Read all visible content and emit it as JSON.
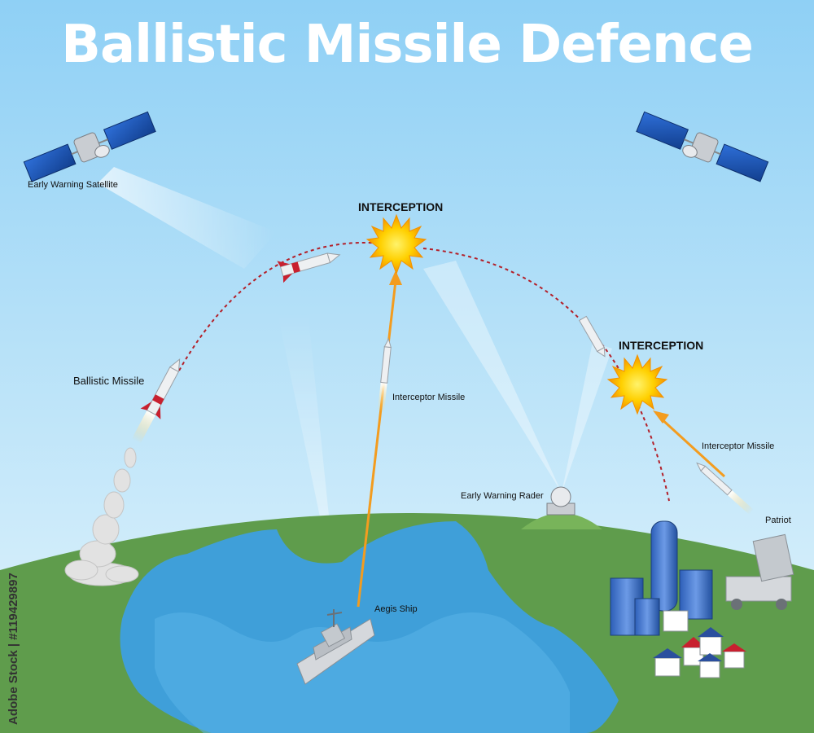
{
  "title": "Ballistic Missile Defence",
  "labels": {
    "satellite": "Early Warning Satellite",
    "interception_top": "INTERCEPTION",
    "interception_right": "INTERCEPTION",
    "ballistic_missile": "Ballistic Missile",
    "interceptor_center": "Interceptor Missile",
    "interceptor_right": "Interceptor Missile",
    "radar": "Early Warning Rader",
    "patriot": "Patriot",
    "aegis": "Aegis Ship"
  },
  "stock_id": "Adobe Stock | #119429897",
  "colors": {
    "sky_top": "#8fd0f5",
    "sky_bottom": "#e4f5fc",
    "land": "#5f9c4c",
    "sea": "#3f9fd9",
    "trajectory": "#b3202a",
    "interceptor_trail": "#f39c1f",
    "explosion": "#f7c600"
  }
}
